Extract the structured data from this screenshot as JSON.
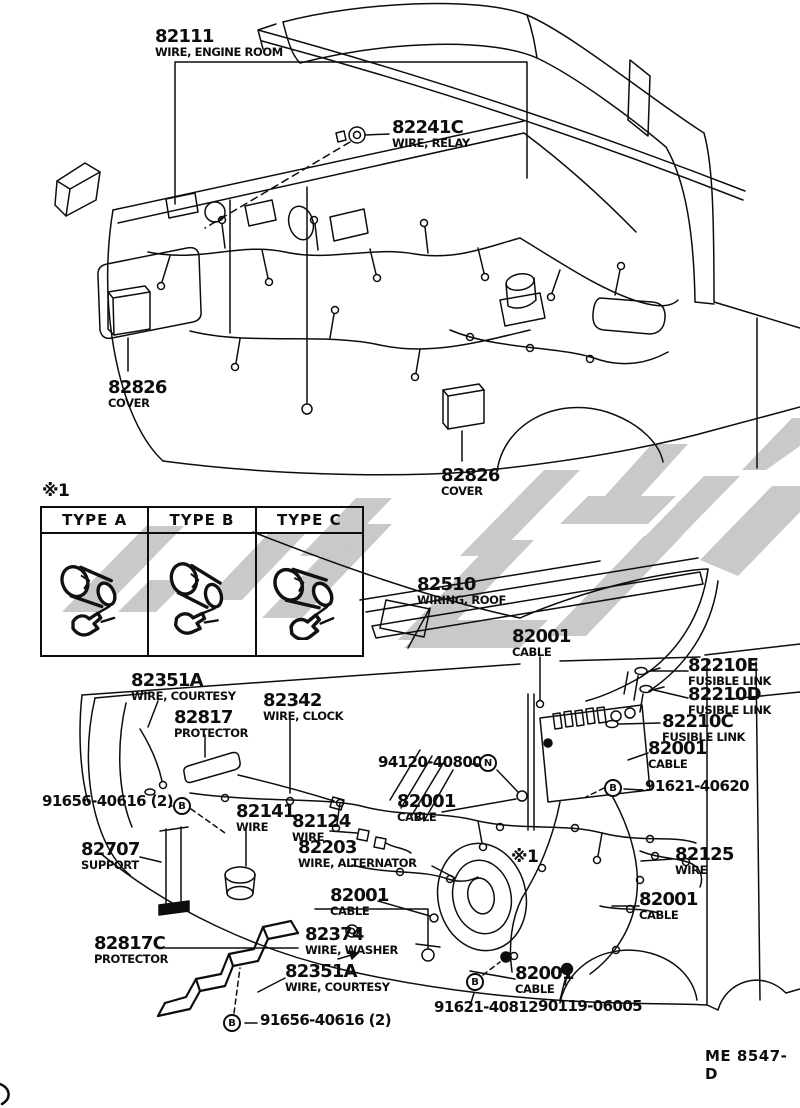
{
  "doc": {
    "page_code": "ME  8547-D",
    "note_marker": "※1"
  },
  "markers": {
    "b": "B",
    "n": "N"
  },
  "type_table": {
    "columns": [
      "TYPE  A",
      "TYPE  B",
      "TYPE  C"
    ]
  },
  "labels": {
    "wire_engine_room": {
      "part": "82111",
      "desc": "WIRE, ENGINE ROOM"
    },
    "wire_relay": {
      "part": "82241C",
      "desc": "WIRE, RELAY"
    },
    "cover_front": {
      "part": "82826",
      "desc": "COVER"
    },
    "cover_mid": {
      "part": "82826",
      "desc": "COVER"
    },
    "wiring_roof": {
      "part": "82510",
      "desc": "WIRING, ROOF"
    },
    "cable_roof": {
      "part": "82001",
      "desc": "CABLE"
    },
    "fusible_e": {
      "part": "82210E",
      "desc": "FUSIBLE LINK"
    },
    "fusible_d": {
      "part": "82210D",
      "desc": "FUSIBLE LINK"
    },
    "fusible_c": {
      "part": "82210C",
      "desc": "FUSIBLE LINK"
    },
    "cable_right_upper": {
      "part": "82001",
      "desc": "CABLE"
    },
    "bolt_40620": {
      "part": "91621-40620"
    },
    "wire_courtesy_upper": {
      "part": "82351A",
      "desc": "WIRE, COURTESY"
    },
    "wire_clock": {
      "part": "82342",
      "desc": "WIRE, CLOCK"
    },
    "protector_upper": {
      "part": "82817",
      "desc": "PROTECTOR"
    },
    "grommet_94120": {
      "part": "94120-40800"
    },
    "cable_center": {
      "part": "82001",
      "desc": "CABLE"
    },
    "screw_40616_upper": {
      "part": "91656-40616 (2)"
    },
    "wire_82141": {
      "part": "82141",
      "desc": "WIRE"
    },
    "support": {
      "part": "82707",
      "desc": "SUPPORT"
    },
    "wire_82124": {
      "part": "82124",
      "desc": "WIRE"
    },
    "wire_alternator": {
      "part": "82203",
      "desc": "WIRE, ALTERNATOR"
    },
    "cable_mid_left": {
      "part": "82001",
      "desc": "CABLE"
    },
    "wire_washer": {
      "part": "82374",
      "desc": "WIRE, WASHER"
    },
    "protector_c": {
      "part": "82817C",
      "desc": "PROTECTOR"
    },
    "wire_courtesy_lower": {
      "part": "82351A",
      "desc": "WIRE, COURTESY"
    },
    "screw_40616_lower": {
      "part": "91656-40616 (2)"
    },
    "bolt_40812": {
      "part": "91621-40812"
    },
    "cable_bottom_center": {
      "part": "82001",
      "desc": "CABLE"
    },
    "bolt_90119": {
      "part": "90119-06005"
    },
    "wire_82125": {
      "part": "82125",
      "desc": "WIRE"
    },
    "cable_right_lower": {
      "part": "82001",
      "desc": "CABLE"
    }
  }
}
